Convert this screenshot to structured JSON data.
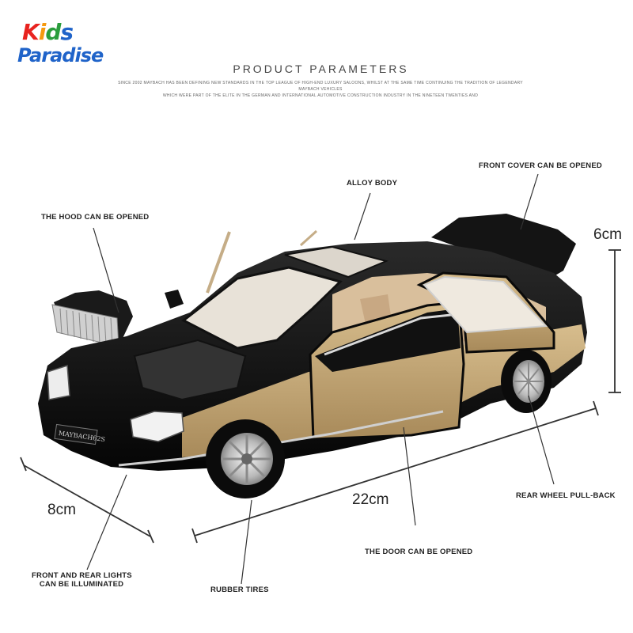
{
  "logo": {
    "line1": "Kids",
    "line2": "Paradise",
    "kids_letters": [
      "K",
      "i",
      "d",
      "s"
    ]
  },
  "header": {
    "title": "PRODUCT PARAMETERS",
    "description_line1": "SINCE 2002 MAYBACH HAS BEEN DEFINING NEW STANDARDS IN THE TOP LEAGUE OF HIGH-END LUXURY SALOONS, WHILST AT THE SAME TIME CONTINUING THE TRADITION OF LEGENDARY MAYBACH VEHICLES",
    "description_line2": "WHICH WERE PART OF THE ELITE IN THE GERMAN AND INTERNATIONAL AUTOMOTIVE CONSTRUCTION INDUSTRY IN THE NINETEEN TWENTIES AND"
  },
  "callouts": {
    "alloy_body": "ALLOY BODY",
    "front_cover": "FRONT COVER CAN BE OPENED",
    "hood": "THE HOOD CAN BE OPENED",
    "rear_wheel": "REAR WHEEL PULL-BACK",
    "door": "THE DOOR CAN BE OPENED",
    "rubber_tires": "RUBBER TIRES",
    "lights_line1": "FRONT AND REAR LIGHTS",
    "lights_line2": "CAN BE ILLUMINATED"
  },
  "dimensions": {
    "height": "6cm",
    "width": "8cm",
    "length": "22cm"
  },
  "car": {
    "plate": "MAYBACH62S",
    "colors": {
      "body_black": "#0d0d0d",
      "body_gold": "#c9ab78",
      "interior": "#d9bf9c",
      "chrome": "#c8c8c8"
    }
  }
}
